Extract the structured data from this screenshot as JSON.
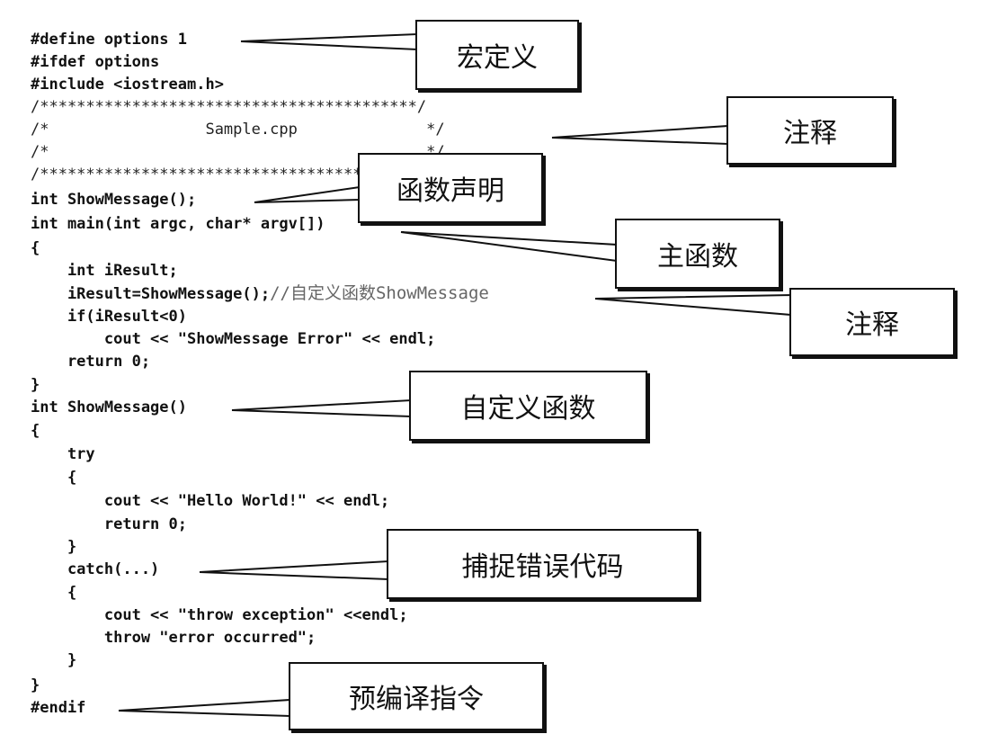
{
  "code": {
    "lines": [
      "#define options 1",
      "#ifdef options",
      "#include <iostream.h>",
      "/*****************************************/",
      "/*                 Sample.cpp              */",
      "/*                                         */",
      "/*****************************************/",
      "int ShowMessage();",
      "int main(int argc, char* argv[])",
      "{",
      "    int iResult;",
      "    iResult=ShowMessage();",
      "    if(iResult<0)",
      "        cout << \"ShowMessage Error\" << endl;",
      "    return 0;",
      "}",
      "int ShowMessage()",
      "{",
      "    try",
      "    {",
      "        cout << \"Hello World!\" << endl;",
      "        return 0;",
      "    }",
      "    catch(...)",
      "    {",
      "        cout << \"throw exception\" <<endl;",
      "        throw \"error occurred\";",
      "    }",
      "}",
      "#endif"
    ],
    "inline_comment": "//自定义函数ShowMessage"
  },
  "labels": {
    "macro_definition": "宏定义",
    "comment_block": "注释",
    "function_declaration": "函数声明",
    "main_function": "主函数",
    "comment_inline": "注释",
    "custom_function": "自定义函数",
    "catch_error": "捕捉错误代码",
    "preprocessor_directive": "预编译指令"
  },
  "colors": {
    "line": "#111111",
    "text": "#111111",
    "comment_text": "#666666",
    "background": "#ffffff"
  }
}
